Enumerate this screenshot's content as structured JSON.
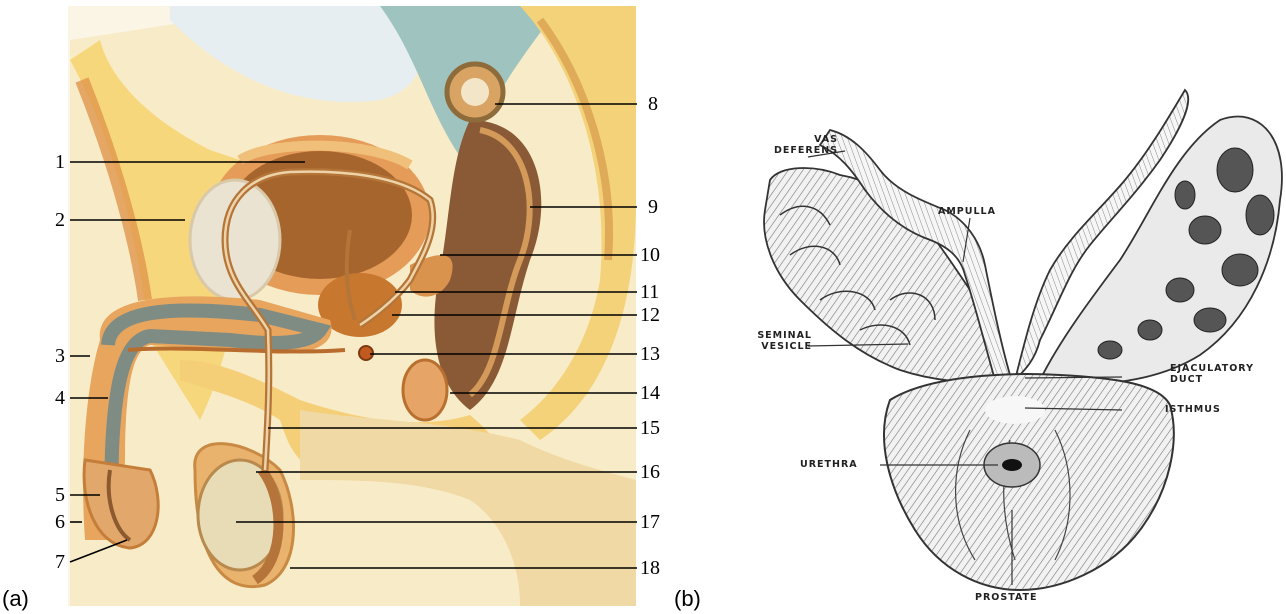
{
  "panel_a": {
    "label": "(a)",
    "numbers": [
      "1",
      "2",
      "3",
      "4",
      "5",
      "6",
      "7",
      "8",
      "9",
      "10",
      "11",
      "12",
      "13",
      "14",
      "15",
      "16",
      "17",
      "18"
    ]
  },
  "panel_b": {
    "label": "(b)",
    "labels": {
      "vas_deferens": "VAS\nDEFERENS",
      "ampulla": "AMPULLA",
      "seminal_vesicle": "SEMINAL\nVESICLE",
      "ejaculatory_duct": "EJACULATORY\nDUCT",
      "isthmus": "ISTHMUS",
      "urethra": "URETHRA",
      "prostate": "PROSTATE"
    }
  }
}
